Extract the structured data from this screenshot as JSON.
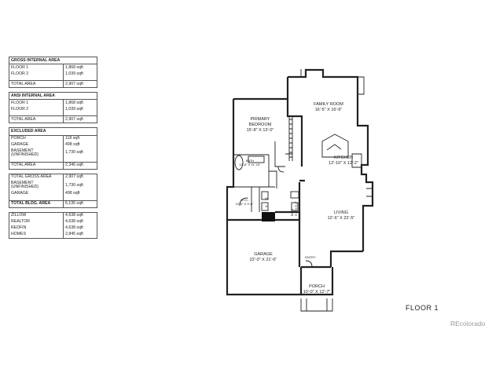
{
  "area_tables": [
    {
      "header": "GROSS INTERNAL AREA",
      "rows": [
        {
          "label": "FLOOR 1",
          "value": "1,868 sqft"
        },
        {
          "label": "FLOOR 2",
          "value": "1,039 sqft"
        }
      ],
      "total": {
        "label": "TOTAL AREA",
        "value": "2,907 sqft"
      }
    },
    {
      "header": "ANSI INTERNAL AREA",
      "rows": [
        {
          "label": "FLOOR 1",
          "value": "1,868 sqft"
        },
        {
          "label": "FLOOR 2",
          "value": "1,039 sqft"
        }
      ],
      "total": {
        "label": "TOTAL AREA",
        "value": "2,907 sqft"
      }
    },
    {
      "header": "EXCLUDED AREA",
      "rows": [
        {
          "label": "PORCH",
          "value": "118 sqft"
        },
        {
          "label": "GARAGE",
          "value": "498 sqft"
        },
        {
          "label": "BASEMENT (UNFINISHED)",
          "value": "1,730 sqft"
        }
      ],
      "total": {
        "label": "TOTAL AREA",
        "value": "2,346 sqft"
      }
    },
    {
      "header": null,
      "rows": [
        {
          "label": "TOTAL GROSS AREA",
          "value": "2,907 sqft"
        },
        {
          "label": "BASEMENT (UNFINISHED)",
          "value": "1,730 sqft"
        },
        {
          "label": "GARAGE",
          "value": "498 sqft"
        }
      ],
      "total": {
        "label": "TOTAL BLDG. AREA",
        "value": "5,135 sqft",
        "bold": true
      }
    },
    {
      "header": null,
      "rows": [
        {
          "label": "ZILLOW",
          "value": "4,638 sqft"
        },
        {
          "label": "REALTOR",
          "value": "4,638 sqft"
        },
        {
          "label": "REDFIN",
          "value": "4,638 sqft"
        },
        {
          "label": "HOMES",
          "value": "2,845 sqft"
        }
      ],
      "total": null
    }
  ],
  "rooms": {
    "family_room": {
      "name": "FAMILY ROOM",
      "dims": "16'-5\" X 16'-6\""
    },
    "primary_bedroom": {
      "name": "PRIMARY",
      "name2": "BEDROOM",
      "dims": "15'-8\" X 13'-0\""
    },
    "bath": {
      "name": "BATH",
      "dims": "13'-8\" X 11'-10\""
    },
    "kitchen": {
      "name": "KITCHEN",
      "dims": "12'-10\" X 12'-2\""
    },
    "wic": {
      "name": "W.I.C",
      "dims": "10'-0\" X 9'-6\""
    },
    "w": {
      "name": "W"
    },
    "d": {
      "name": "D"
    },
    "small_bath": {
      "name": "BATH",
      "dims": "5'-0\" X 5'-4\""
    },
    "living": {
      "name": "LIVING",
      "dims": "12'-6\" X 22'-5\""
    },
    "entry": {
      "name": "ENTRY"
    },
    "garage": {
      "name": "GARAGE",
      "dims": "22'-0\" X 21'-6\""
    },
    "porch": {
      "name": "PORCH",
      "dims": "10'-0\" X 12'-7\""
    }
  },
  "floor_label": "FLOOR 1",
  "watermark": "REcolorado"
}
